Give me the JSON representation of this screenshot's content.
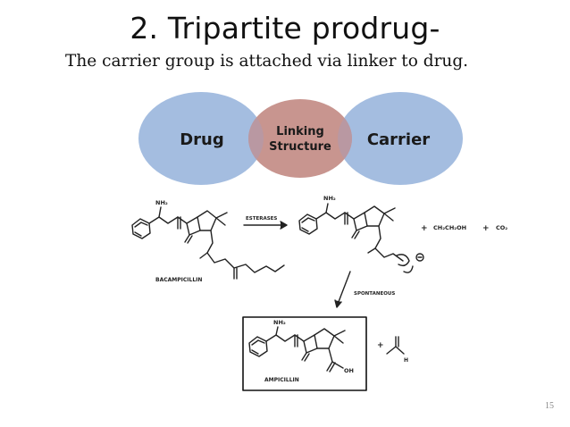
{
  "slide": {
    "title": "2. Tripartite prodrug-",
    "subtitle": "The carrier group is attached via linker to drug.",
    "page_number": "15"
  },
  "venn": {
    "left_label": "Drug",
    "middle_label_line1": "Linking",
    "middle_label_line2": "Structure",
    "right_label": "Carrier",
    "outer_color": "#a4bde0",
    "middle_color": "#c8958f"
  },
  "scheme": {
    "reactant_name": "BACAMPICILLIN",
    "arrow1_label": "ESTERASES",
    "arrow2_label": "SPONTANEOUS",
    "product_name": "AMPICILLIN",
    "nh2_label": "NH₂",
    "oh_label": "OH",
    "byproduct_ethanol": "CH₂CH₂OH",
    "byproduct_co2": "CO₂",
    "plus": "+",
    "h_label": "H"
  }
}
